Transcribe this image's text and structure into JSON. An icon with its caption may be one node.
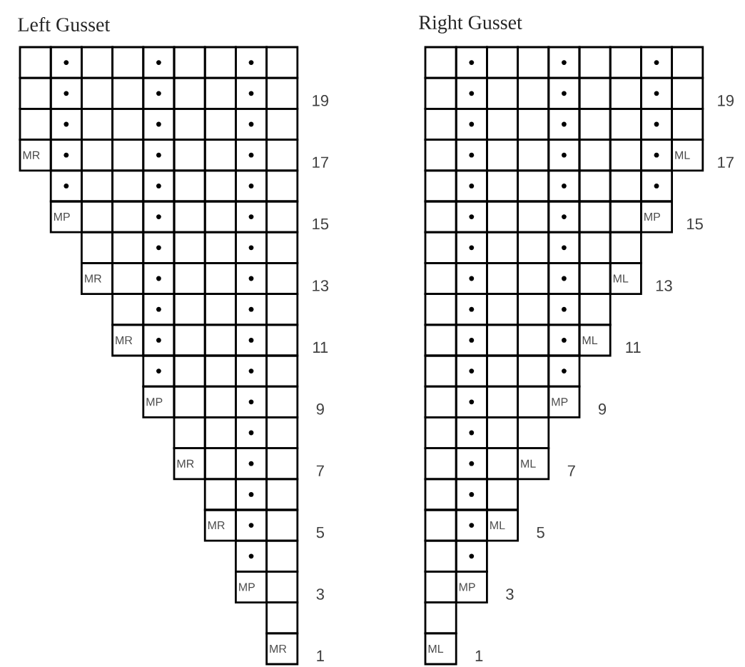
{
  "diagram": {
    "labels": [
      "Left Gusset",
      "19",
      "MR",
      "17",
      "MP",
      "15",
      "MR",
      "13",
      "MR",
      "11",
      "MP",
      "9",
      "MR",
      "7",
      "MR",
      "5",
      "MP",
      "3",
      "MR",
      "1",
      "Right Gusset",
      "19",
      "ML",
      "17",
      "MP",
      "15",
      "ML",
      "13",
      "ML",
      "11",
      "MP",
      "9",
      "ML",
      "7",
      "ML",
      "5",
      "MP",
      "3",
      "ML",
      "1"
    ]
  }
}
